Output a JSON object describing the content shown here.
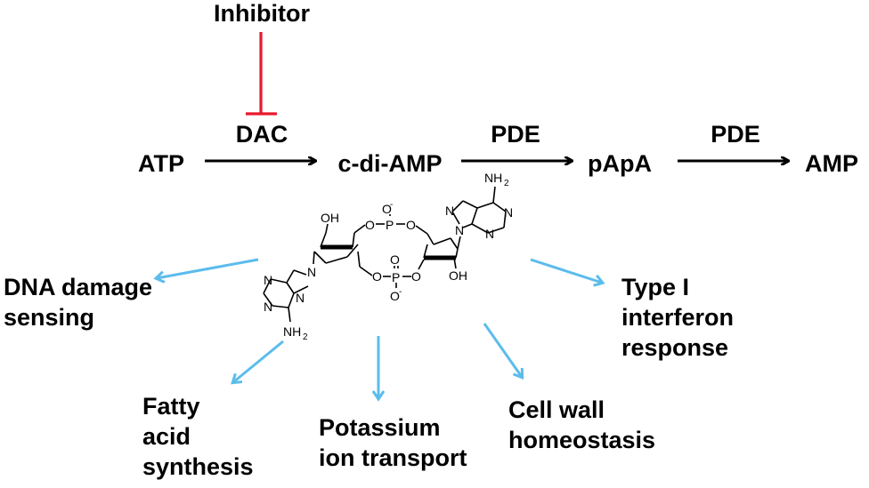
{
  "nodes": {
    "inhibitor": "Inhibitor",
    "atp": "ATP",
    "dac": "DAC",
    "cdiamp": "c-di-AMP",
    "pde1": "PDE",
    "papa": "pApA",
    "pde2": "PDE",
    "amp": "AMP"
  },
  "outcomes": {
    "dna": [
      "DNA damage",
      "sensing"
    ],
    "fatty": [
      "Fatty",
      "acid",
      "synthesis"
    ],
    "potassium": [
      "Potassium",
      "ion transport"
    ],
    "cellwall": [
      "Cell wall",
      "homeostasis"
    ],
    "interferon": [
      "Type I",
      "interferon",
      "response"
    ]
  },
  "structure": {
    "oh_top": "OH",
    "oh_bottom": "OH",
    "o_minus_top": "O",
    "o_minus_bottom": "O",
    "nh2_top": "NH",
    "nh2_bottom": "NH",
    "sub2": "2",
    "minus": "-",
    "atom_o": "O",
    "atom_p": "P",
    "atom_n": "N"
  },
  "colors": {
    "inhibition": "#e8192c",
    "effect_arrows": "#5bbcec",
    "pathway": "#000000"
  }
}
